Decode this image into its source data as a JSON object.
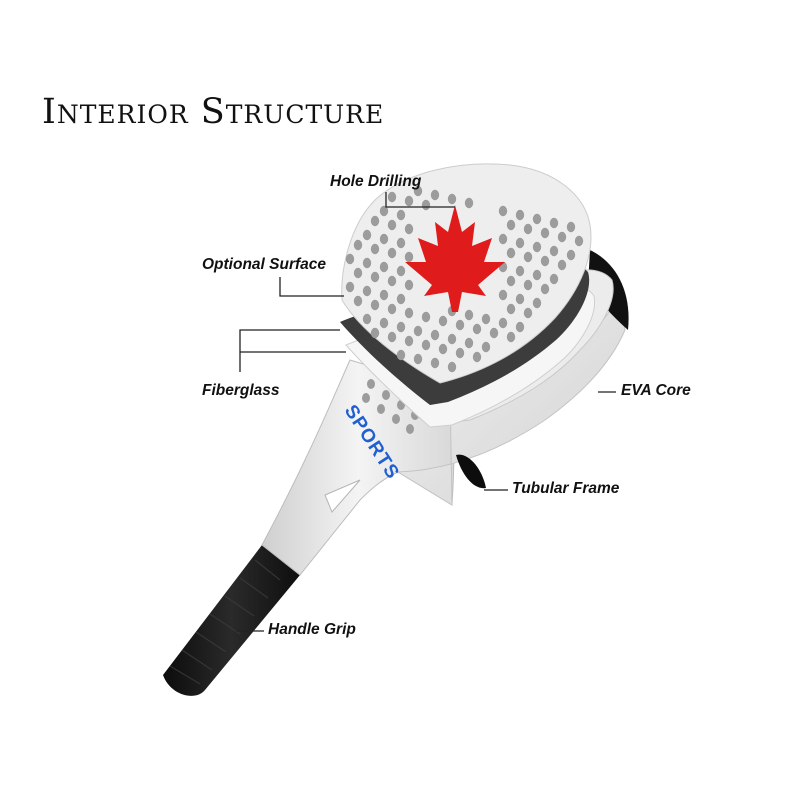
{
  "title": "Interior Structure",
  "labels": {
    "hole_drilling": "Hole Drilling",
    "optional_surface": "Optional Surface",
    "fiberglass": "Fiberglass",
    "eva_core": "EVA Core",
    "tubular_frame": "Tubular Frame",
    "handle_grip": "Handle Grip"
  },
  "brand_text": "SPORTS",
  "colors": {
    "leaf": "#e01b1b",
    "brand": "#1f5fd1",
    "grip": "#151515",
    "surface": "#efefef",
    "carbon_layer": "#3c3c3c",
    "holes": "#9c9c9c"
  },
  "icons": [
    "maple-leaf-icon"
  ]
}
